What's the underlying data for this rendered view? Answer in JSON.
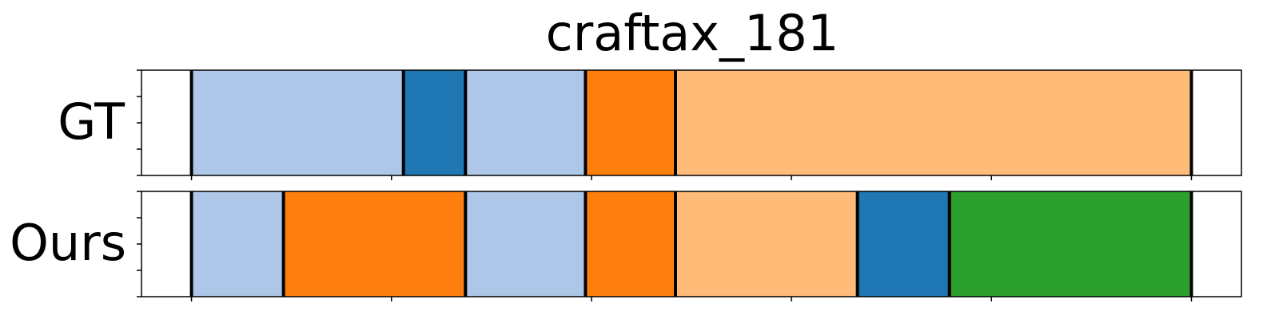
{
  "chart_data": {
    "type": "segmentation-timeline",
    "title": "craftax_181",
    "xlim": [
      0,
      550
    ],
    "x_ticks": [
      25,
      125,
      225,
      325,
      425,
      525
    ],
    "colors": {
      "light_blue": "#aec7e8",
      "blue": "#1f77b4",
      "orange": "#ff7f0e",
      "light_orange": "#ffbb78",
      "green": "#2ca02c"
    },
    "rows": [
      {
        "label": "GT",
        "segments": [
          {
            "start": 25,
            "end": 131,
            "color": "light_blue"
          },
          {
            "start": 131,
            "end": 162,
            "color": "blue"
          },
          {
            "start": 162,
            "end": 222,
            "color": "light_blue"
          },
          {
            "start": 222,
            "end": 267,
            "color": "orange"
          },
          {
            "start": 267,
            "end": 525,
            "color": "light_orange"
          }
        ]
      },
      {
        "label": "Ours",
        "segments": [
          {
            "start": 25,
            "end": 71,
            "color": "light_blue"
          },
          {
            "start": 71,
            "end": 162,
            "color": "orange"
          },
          {
            "start": 162,
            "end": 222,
            "color": "light_blue"
          },
          {
            "start": 222,
            "end": 267,
            "color": "orange"
          },
          {
            "start": 267,
            "end": 358,
            "color": "light_orange"
          },
          {
            "start": 358,
            "end": 404,
            "color": "blue"
          },
          {
            "start": 404,
            "end": 525,
            "color": "green"
          }
        ]
      }
    ]
  }
}
